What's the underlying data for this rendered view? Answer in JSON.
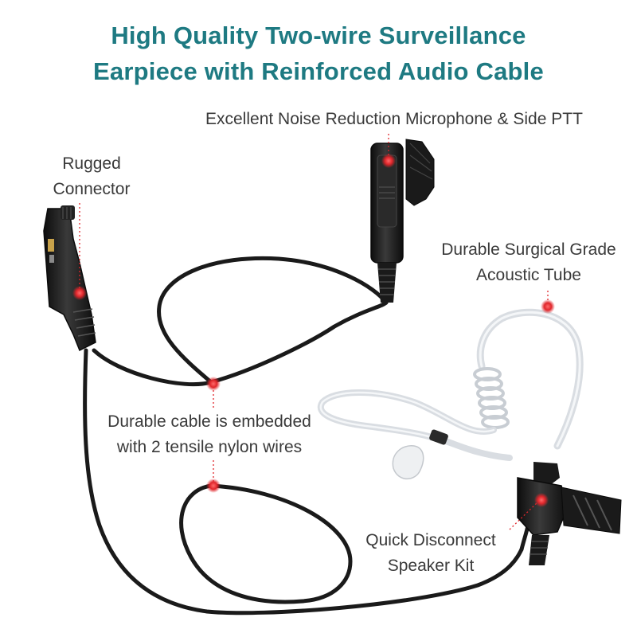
{
  "title": {
    "line1": "High Quality Two-wire Surveillance",
    "line2": "Earpiece with Reinforced Audio Cable"
  },
  "labels": {
    "connector": {
      "line1": "Rugged",
      "line2": "Connector"
    },
    "microphone": "Excellent Noise Reduction Microphone & Side PTT",
    "tube": {
      "line1": "Durable Surgical Grade",
      "line2": "Acoustic Tube"
    },
    "cable": {
      "line1": "Durable cable is embedded",
      "line2": "with 2 tensile nylon wires"
    },
    "speaker": {
      "line1": "Quick Disconnect",
      "line2": "Speaker Kit"
    }
  },
  "colors": {
    "title": "#1e7a82",
    "label": "#3a3a3a",
    "cable": "#1a1a1a",
    "marker": "#e0262b",
    "tube": "#d9dde2"
  }
}
